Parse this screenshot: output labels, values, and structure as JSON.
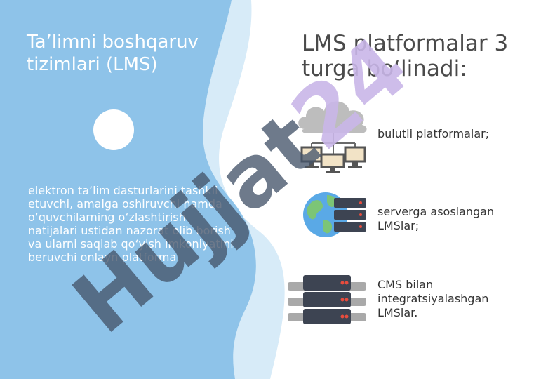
{
  "left_panel": {
    "title": "Ta’limni boshqaruv tizimlari (LMS)",
    "description": "elektron ta’lim dasturlarini tashkil etuvchi, amalga oshiruvchi hamda o‘quvchilarning o‘zlashtirish natijalari ustidan nazorat olib borish va ularni saqlab qo‘yish imkoniyatini beruvchi onlayn platforma."
  },
  "right_panel": {
    "title": "LMS platformalar 3 turga bo‘linadi:",
    "items": [
      {
        "label": "bulutli platformalar;",
        "icon": "cloud-network-icon"
      },
      {
        "label": "serverga asoslangan LMSlar;",
        "icon": "globe-server-icon"
      },
      {
        "label": "CMS bilan integratsiyalashgan LMSlar.",
        "icon": "server-rack-icon"
      }
    ]
  },
  "watermark": {
    "text": "Hujjat24"
  },
  "colors": {
    "panel_blue": "#8ec3e9",
    "panel_light": "#d7ebf8",
    "watermark_dark": "#45546a",
    "watermark_purple": "#c9b6e8"
  }
}
